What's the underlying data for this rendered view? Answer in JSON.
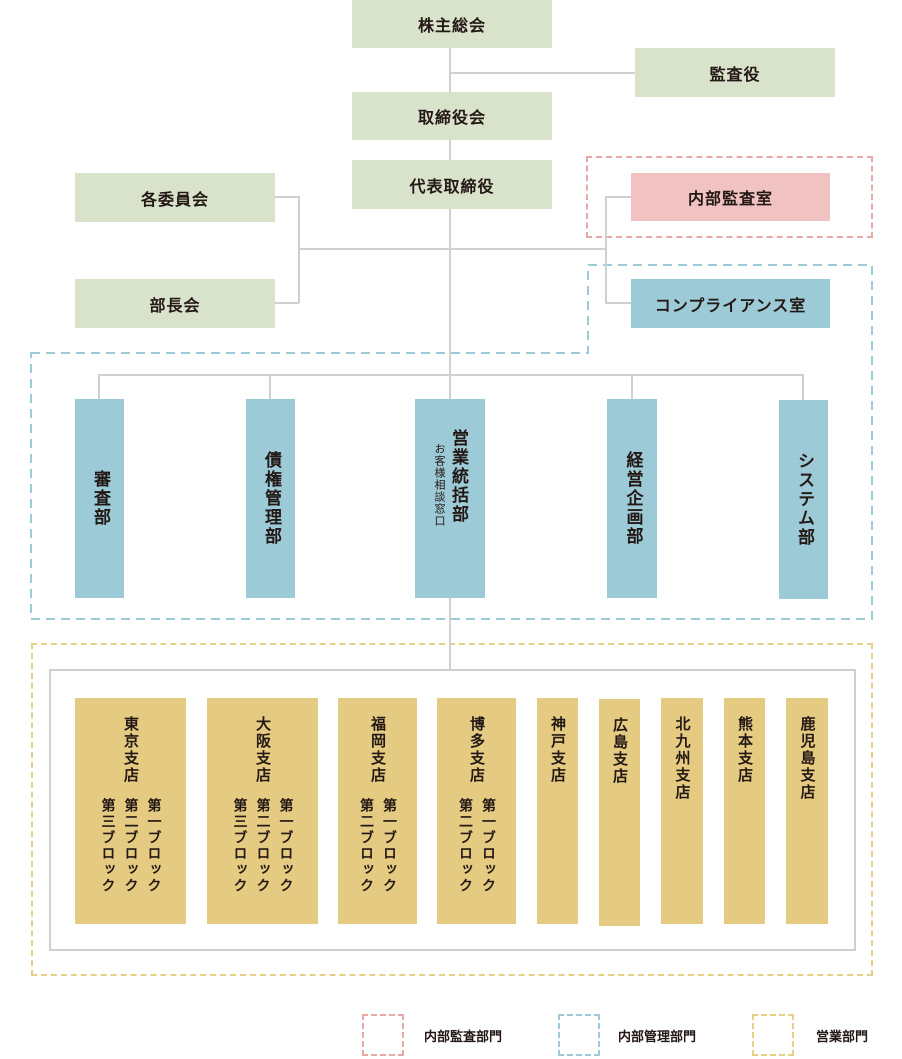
{
  "top": {
    "shareholders": "株主総会",
    "auditor": "監査役",
    "board": "取締役会",
    "representative": "代表取締役",
    "committees": "各委員会",
    "managers_meeting": "部長会",
    "internal_audit": "内部監査室",
    "compliance": "コンプライアンス室"
  },
  "departments": [
    {
      "name": "審査部"
    },
    {
      "name": "債権管理部"
    },
    {
      "name": "営業統括部",
      "sub": "お客様相談窓口"
    },
    {
      "name": "経営企画部"
    },
    {
      "name": "システム部"
    }
  ],
  "branches": [
    {
      "name": "東京支店",
      "blocks": [
        "第一ブロック",
        "第二ブロック",
        "第三ブロック"
      ]
    },
    {
      "name": "大阪支店",
      "blocks": [
        "第一ブロック",
        "第二ブロック",
        "第三ブロック"
      ]
    },
    {
      "name": "福岡支店",
      "blocks": [
        "第一ブロック",
        "第二ブロック"
      ]
    },
    {
      "name": "博多支店",
      "blocks": [
        "第一ブロック",
        "第二ブロック"
      ]
    },
    {
      "name": "神戸支店",
      "blocks": []
    },
    {
      "name": "広島支店",
      "blocks": []
    },
    {
      "name": "北九州支店",
      "blocks": []
    },
    {
      "name": "熊本支店",
      "blocks": []
    },
    {
      "name": "鹿児島支店",
      "blocks": []
    }
  ],
  "legend": [
    {
      "label": "内部監査部門",
      "color": "#e8a8a8"
    },
    {
      "label": "内部管理部門",
      "color": "#9ccad6"
    },
    {
      "label": "営業部門",
      "color": "#e6cf86"
    }
  ],
  "colors": {
    "executive": "#d9e3cb",
    "audit": "#f0c2c2",
    "management": "#9ccad6",
    "sales": "#e5cb81",
    "connector": "#d0d0d0"
  }
}
